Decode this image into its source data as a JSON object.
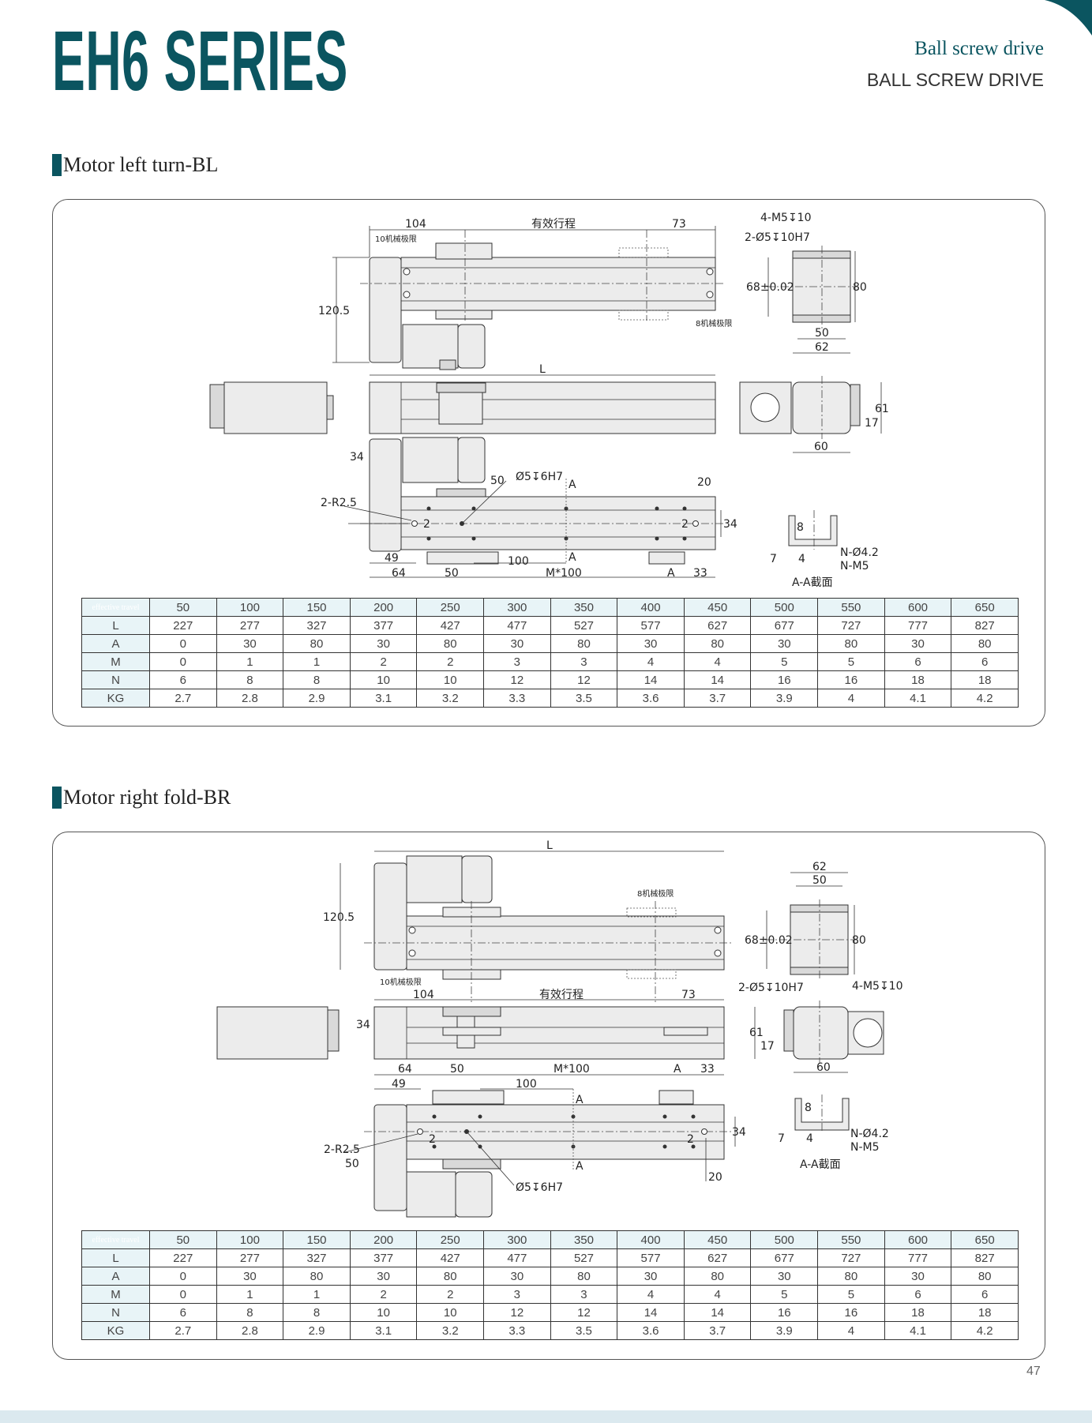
{
  "header": {
    "title": "EH6 SERIES",
    "subtitle_serif": "Ball screw drive",
    "subtitle_sans": "BALL SCREW DRIVE"
  },
  "sections": [
    {
      "heading": "Motor left turn-BL",
      "dims": {
        "d104": "104",
        "travel": "有效行程",
        "d73": "73",
        "limit10": "10机械极限",
        "limit8": "8机械极限",
        "h1205": "120.5",
        "m5": "4-M5↧10",
        "pin": "2-Ø5↧10H7",
        "d68": "68±0.02",
        "d80": "80",
        "d50a": "50",
        "d62": "62",
        "L": "L",
        "d61": "61",
        "d17": "17",
        "d60": "60",
        "d34a": "34",
        "d50b": "50",
        "pin6": "Ø5↧6H7",
        "A1": "A",
        "d20": "20",
        "r25": "2-R2.5",
        "two1": "2",
        "two2": "2",
        "d34b": "34",
        "d49": "49",
        "d100": "100",
        "A2": "A",
        "d64": "64",
        "d50c": "50",
        "m100": "M*100",
        "A3": "A",
        "d33": "33",
        "s8": "8",
        "s7": "7",
        "s4": "4",
        "n42": "N-Ø4.2",
        "nm5": "N-M5",
        "aa": "A-A截面"
      }
    },
    {
      "heading": "Motor right fold-BR",
      "dims": {
        "L": "L",
        "h1205": "120.5",
        "limit8": "8机械极限",
        "limit10": "10机械极限",
        "d104": "104",
        "travel": "有效行程",
        "d73": "73",
        "d62": "62",
        "d50a": "50",
        "d68": "68±0.02",
        "d80": "80",
        "pin": "2-Ø5↧10H7",
        "m5": "4-M5↧10",
        "d34a": "34",
        "d61": "61",
        "d17": "17",
        "d60": "60",
        "d64": "64",
        "d50c": "50",
        "m100": "M*100",
        "A3": "A",
        "d33": "33",
        "d49": "49",
        "d100": "100",
        "A1": "A",
        "d34b": "34",
        "two1": "2",
        "two2": "2",
        "r25": "2-R2.5",
        "d50b": "50",
        "A2": "A",
        "d20": "20",
        "pin6": "Ø5↧6H7",
        "s8": "8",
        "s7": "7",
        "s4": "4",
        "n42": "N-Ø4.2",
        "nm5": "N-M5",
        "aa": "A-A截面"
      }
    }
  ],
  "spec_table": {
    "header_label": "effective travel",
    "travel": [
      "50",
      "100",
      "150",
      "200",
      "250",
      "300",
      "350",
      "400",
      "450",
      "500",
      "550",
      "600",
      "650"
    ],
    "rows": [
      {
        "label": "L",
        "values": [
          "227",
          "277",
          "327",
          "377",
          "427",
          "477",
          "527",
          "577",
          "627",
          "677",
          "727",
          "777",
          "827"
        ]
      },
      {
        "label": "A",
        "values": [
          "0",
          "30",
          "80",
          "30",
          "80",
          "30",
          "80",
          "30",
          "80",
          "30",
          "80",
          "30",
          "80"
        ]
      },
      {
        "label": "M",
        "values": [
          "0",
          "1",
          "1",
          "2",
          "2",
          "3",
          "3",
          "4",
          "4",
          "5",
          "5",
          "6",
          "6"
        ]
      },
      {
        "label": "N",
        "values": [
          "6",
          "8",
          "8",
          "10",
          "10",
          "12",
          "12",
          "14",
          "14",
          "16",
          "16",
          "18",
          "18"
        ]
      },
      {
        "label": "KG",
        "values": [
          "2.7",
          "2.8",
          "2.9",
          "3.1",
          "3.2",
          "3.3",
          "3.5",
          "3.6",
          "3.7",
          "3.9",
          "4",
          "4.1",
          "4.2"
        ]
      }
    ]
  },
  "footer": {
    "page_number": "47"
  },
  "colors": {
    "brand": "#0b5560",
    "table_header_bg": "#e8f4f7",
    "band": "#dbe9ef"
  }
}
